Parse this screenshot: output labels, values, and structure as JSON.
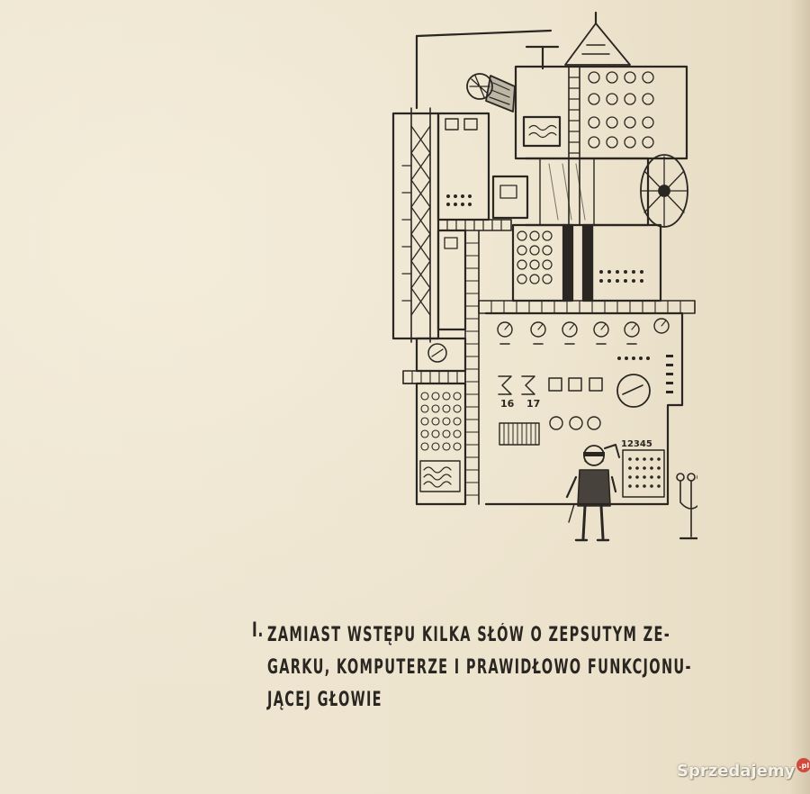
{
  "chapter": {
    "number": "I.",
    "lines": [
      "ZAMIAST WSTĘPU KILKA SŁÓW O ZEPSUTYM ZE-",
      "GARKU, KOMPUTERZE I PRAWIDŁOWO FUNKCJONU-",
      "JĄCEJ GŁOWIE"
    ]
  },
  "illustration": {
    "subject": "computer-machine-with-scientist-drawing",
    "labels": {
      "panel_num_a": "16",
      "panel_num_b": "17",
      "digits": "12345"
    }
  },
  "watermark": {
    "text": "Sprzedajemy",
    "badge": ".pl"
  },
  "colors": {
    "paper": "#ede4cf",
    "ink": "#2a2622"
  }
}
